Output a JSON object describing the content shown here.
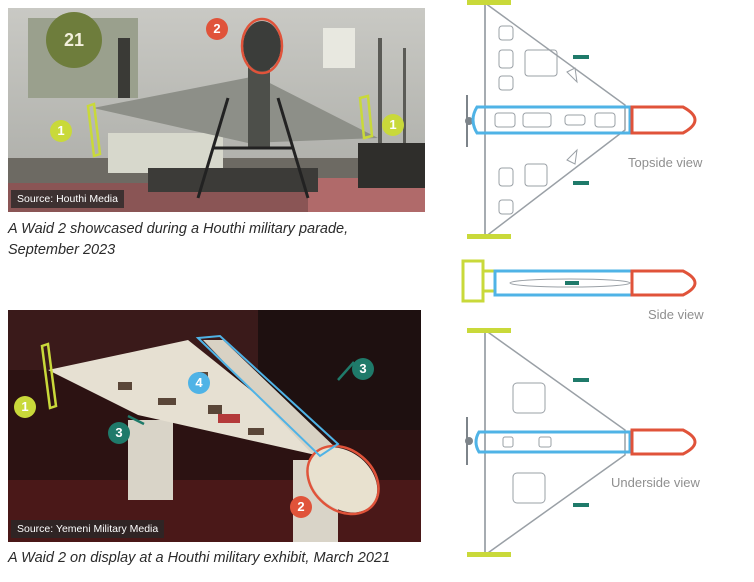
{
  "photo_top": {
    "source": "Source: Houthi Media",
    "caption_line1": "A Waid 2 showcased during a Houthi military parade,",
    "caption_line2": "September 2023",
    "banner_number": "21",
    "badges": [
      "1",
      "2",
      "1"
    ]
  },
  "photo_bottom": {
    "source": "Source: Yemeni Military Media",
    "caption": "A Waid 2 on display at a Houthi military exhibit, March 2021",
    "badges": [
      "1",
      "3",
      "4",
      "3",
      "2"
    ]
  },
  "schematic": {
    "topside_label": "Topside view",
    "side_label": "Side view",
    "underside_label": "Underside view"
  },
  "colors": {
    "yellow": "#c9d93a",
    "orange": "#e0533a",
    "teal": "#1f7a6a",
    "blue": "#4fb3e6"
  }
}
